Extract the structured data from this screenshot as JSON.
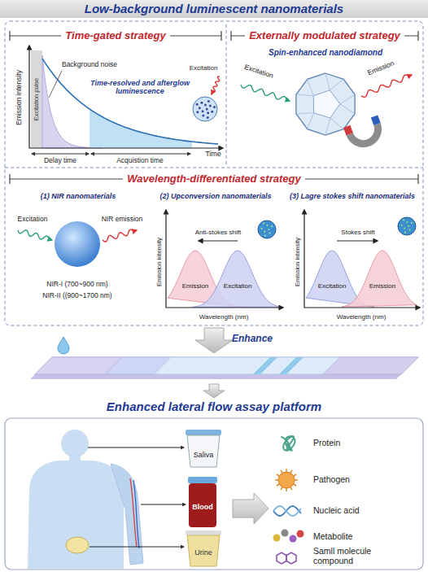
{
  "diagram": {
    "title": "Low-background luminescent nanomaterials",
    "nodes": [
      {
        "text": [
          "Low-background luminescent nanomaterials"
        ]
      },
      {
        "text": [
          "Time-gated strategy"
        ]
      },
      {
        "text": [
          "Externally modulated strategy"
        ]
      },
      {
        "text": [
          "Wavelength-differentiated strategy"
        ]
      },
      {
        "text": [
          "(1) NIR nanomaterials"
        ],
        "in": 3
      },
      {
        "text": [
          "(2) Upconversion nanomaterials"
        ],
        "in": 3
      },
      {
        "text": [
          "(3) Lagre stokes shift nanomaterials"
        ],
        "in": 3
      },
      {
        "text": [
          "Enhanced lateral flow assay platform"
        ]
      }
    ],
    "labels": [
      "Excitation pulse",
      "Background noise",
      "Time-resolved and afterglow luminescence",
      "Excitation",
      "Emission intensity",
      "Time",
      "Delay time",
      "Acquistion time",
      "Spin-enhanced nanodiamond",
      "Excitation",
      "Emission",
      "Excitation",
      "NIR emission",
      "NIR-I (700~900 nm)",
      "NIR-II ((900~1700 nm)",
      "Anti-stokes shift",
      "Emission intensity",
      "Emission",
      "Excitation",
      "Wavelength (nm)",
      "Stokes shift",
      "Emission intensity",
      "Excitation",
      "Emission",
      "Wavelength (nm)",
      "Enhance",
      "Saliva",
      "Blood",
      "Urine",
      "Protein",
      "Pathogen",
      "Nucleic acid",
      "Metabolite",
      "Samll molecule compound"
    ]
  }
}
